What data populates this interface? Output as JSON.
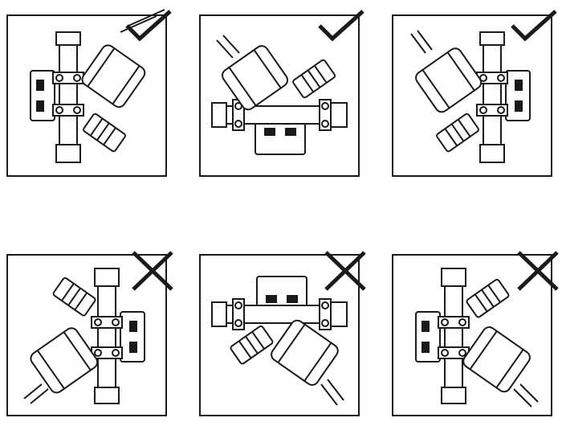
{
  "figure": {
    "panels": [
      {
        "id": "p1",
        "orientation": "vertical",
        "motor": "upper-right",
        "status": "correct"
      },
      {
        "id": "p2",
        "orientation": "horizontal",
        "motor": "upper-left",
        "status": "correct"
      },
      {
        "id": "p3",
        "orientation": "vertical",
        "motor": "upper-left",
        "status": "correct"
      },
      {
        "id": "p4",
        "orientation": "vertical",
        "motor": "lower-left",
        "status": "incorrect"
      },
      {
        "id": "p5",
        "orientation": "horizontal",
        "motor": "lower-right",
        "status": "incorrect"
      },
      {
        "id": "p6",
        "orientation": "vertical",
        "motor": "lower-right",
        "status": "incorrect"
      }
    ],
    "marks": {
      "correct": "check-mark-icon",
      "incorrect": "cross-mark-icon"
    },
    "colors": {
      "line": "#1a1a1a",
      "fill": "#ffffff",
      "shade": "#d9d9d9"
    }
  }
}
